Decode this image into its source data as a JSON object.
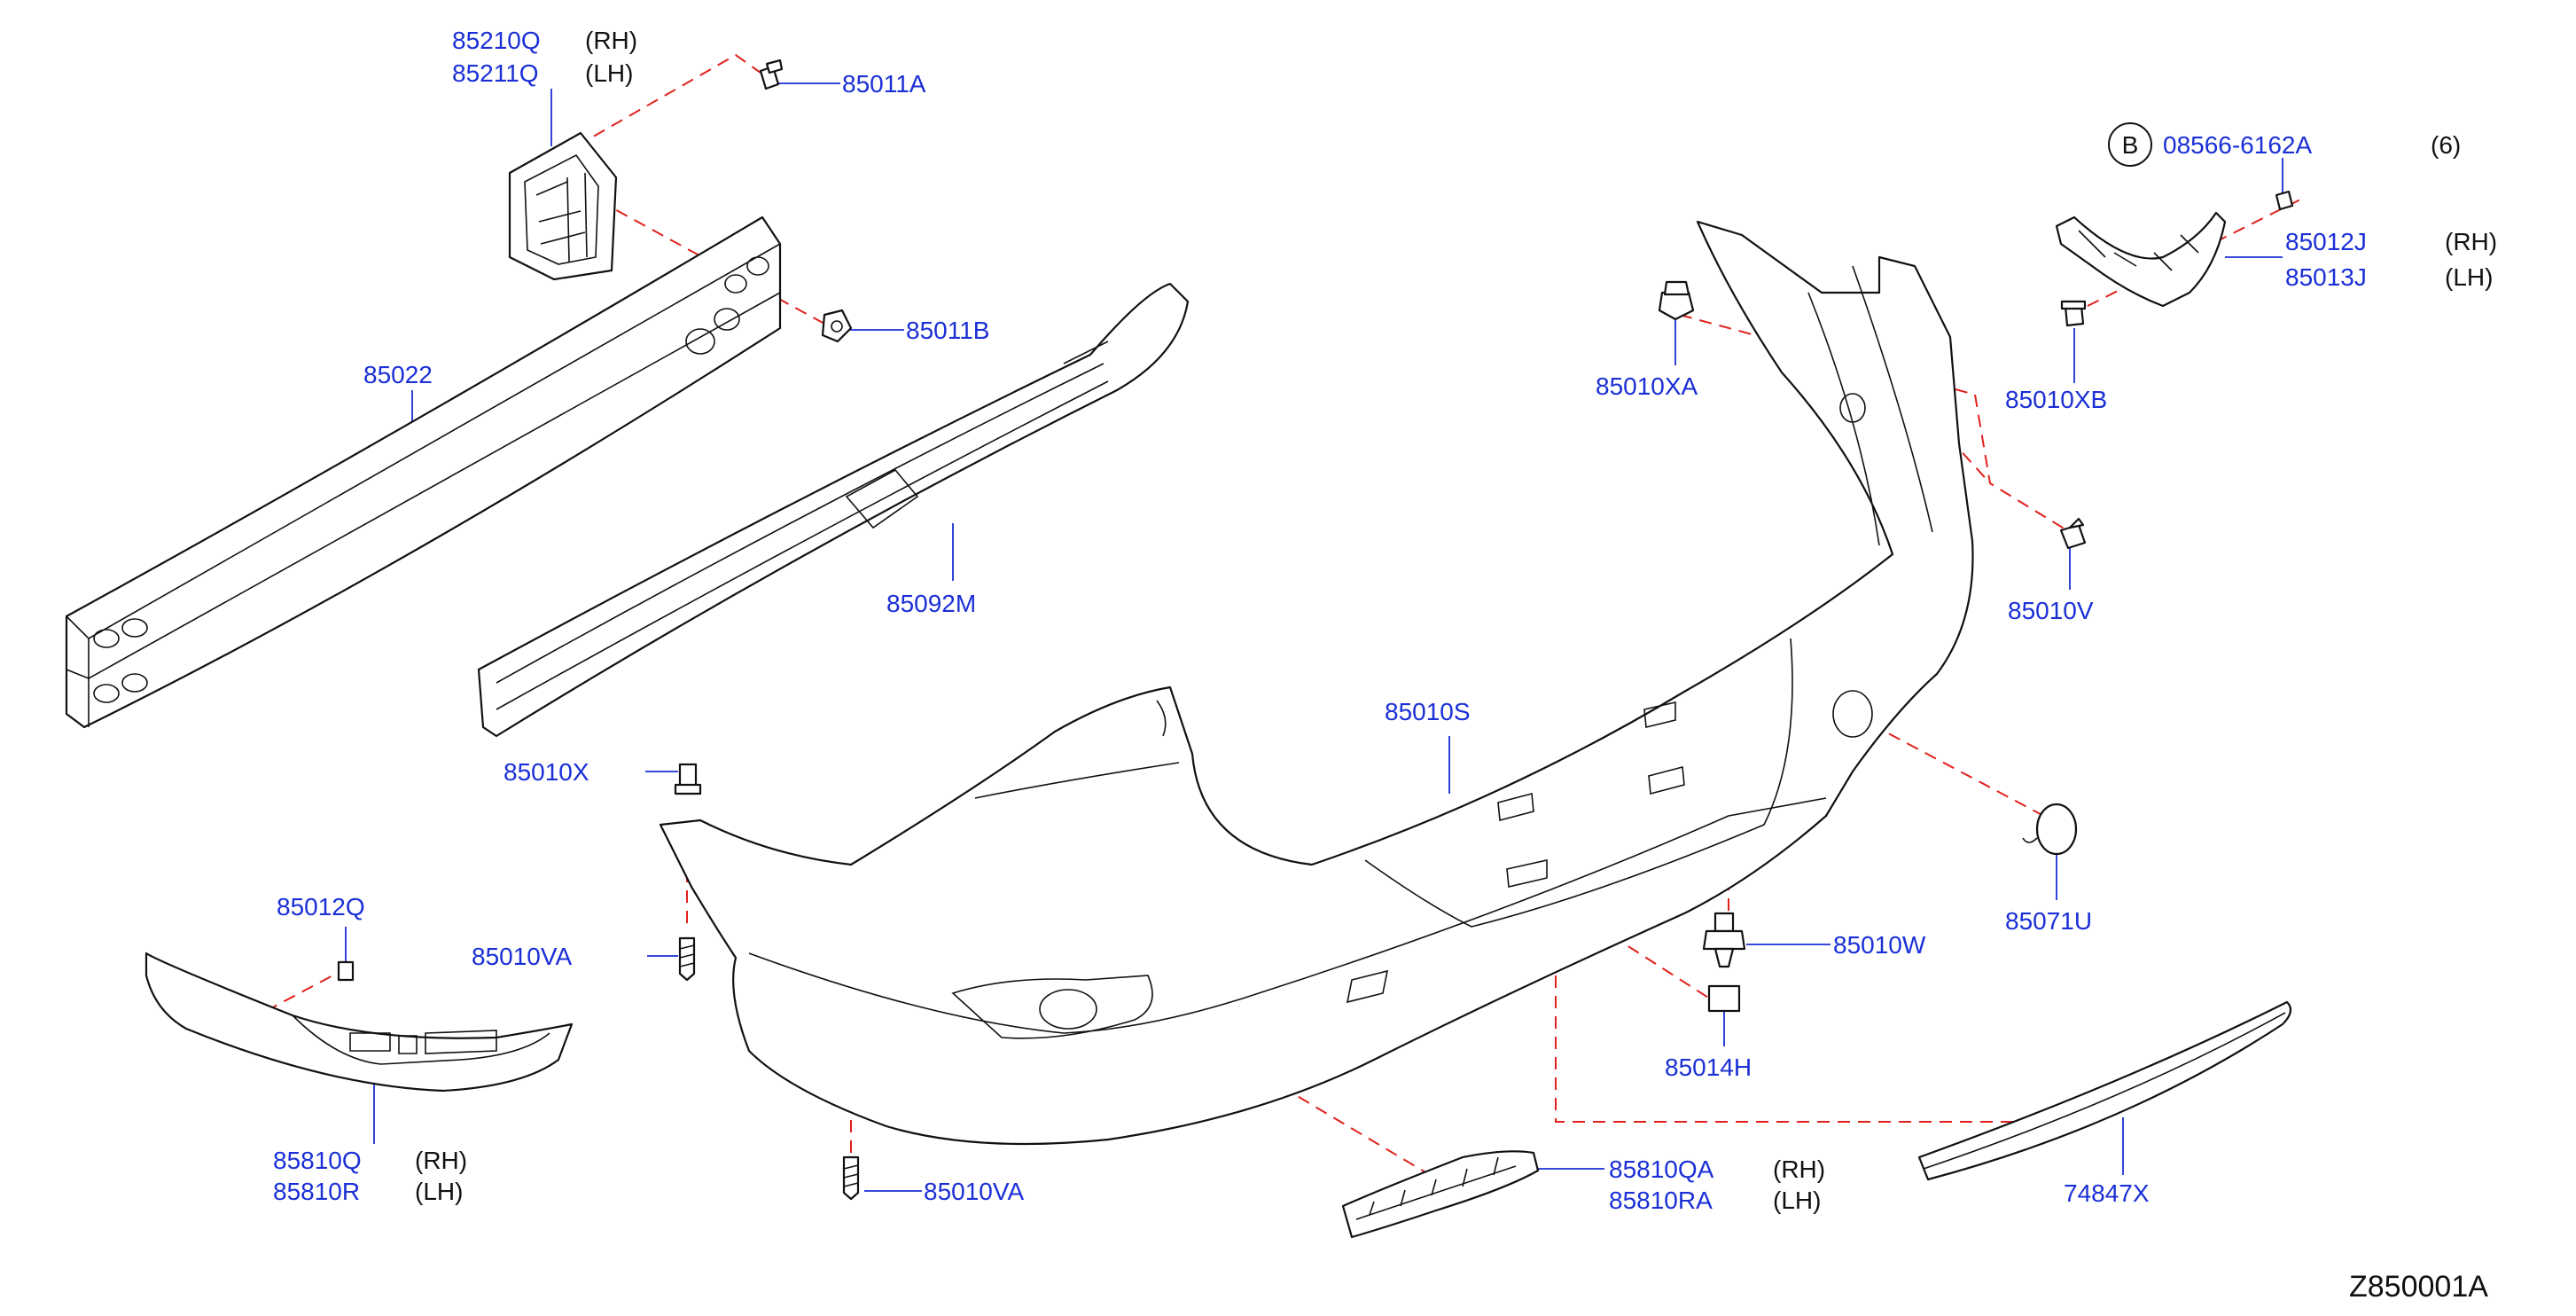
{
  "diagram_code": "Z850001A",
  "bolt_callout": {
    "circle_letter": "B",
    "part": "08566-6162A",
    "quantity": "(6)"
  },
  "labels": [
    {
      "id": "85210Q",
      "text": "85210Q",
      "side": "(RH)"
    },
    {
      "id": "85211Q",
      "text": "85211Q",
      "side": "(LH)"
    },
    {
      "id": "85011A",
      "text": "85011A"
    },
    {
      "id": "85011B",
      "text": "85011B"
    },
    {
      "id": "85022",
      "text": "85022"
    },
    {
      "id": "85092M",
      "text": "85092M"
    },
    {
      "id": "85010XA",
      "text": "85010XA"
    },
    {
      "id": "85012J",
      "text": "85012J",
      "side": "(RH)"
    },
    {
      "id": "85013J",
      "text": "85013J",
      "side": "(LH)"
    },
    {
      "id": "85010XB",
      "text": "85010XB"
    },
    {
      "id": "85010V",
      "text": "85010V"
    },
    {
      "id": "85010S",
      "text": "85010S"
    },
    {
      "id": "85010X",
      "text": "85010X"
    },
    {
      "id": "85012Q",
      "text": "85012Q"
    },
    {
      "id": "85010VA_1",
      "text": "85010VA"
    },
    {
      "id": "85071U",
      "text": "85071U"
    },
    {
      "id": "85010W",
      "text": "85010W"
    },
    {
      "id": "85014H",
      "text": "85014H"
    },
    {
      "id": "85810Q",
      "text": "85810Q",
      "side": "(RH)"
    },
    {
      "id": "85810R",
      "text": "85810R",
      "side": "(LH)"
    },
    {
      "id": "85010VA_2",
      "text": "85010VA"
    },
    {
      "id": "85810QA",
      "text": "85810QA",
      "side": "(RH)"
    },
    {
      "id": "85810RA",
      "text": "85810RA",
      "side": "(LH)"
    },
    {
      "id": "74847X",
      "text": "74847X"
    }
  ],
  "colors": {
    "label": "#1a2fd6",
    "leader": "#1a2fd6",
    "dashed_line": "#e0201c",
    "outline": "#111111",
    "background": "#ffffff"
  }
}
